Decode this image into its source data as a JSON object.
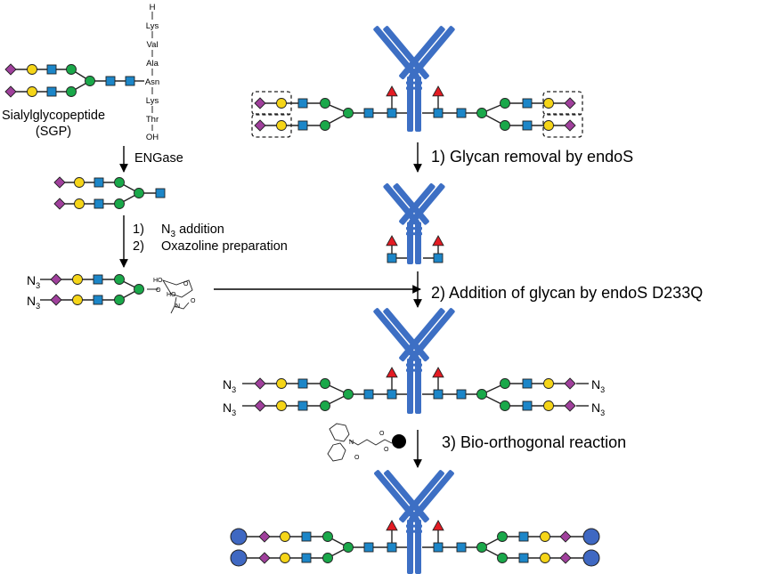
{
  "colors": {
    "antibody": "#3d6fc4",
    "sialic": "#a0409c",
    "galactose": "#f5d518",
    "glcnac": "#1c86c8",
    "mannose": "#1aa84a",
    "fucose": "#e31b23",
    "probe": "#3f68c2"
  },
  "sgp": {
    "peptide": [
      "H",
      "Lys",
      "Val",
      "Ala",
      "Asn",
      "Lys",
      "Thr",
      "OH"
    ],
    "name": "Sialylglycopeptide",
    "abbr": "(SGP)"
  },
  "left_steps": {
    "engase": "ENGase",
    "step1_num": "1)",
    "step1_pre": "N",
    "step1_sub": "3",
    "step1_post": " addition",
    "step2_num": "2)",
    "step2_text": "Oxazoline preparation"
  },
  "azide": {
    "base": "N",
    "sub": "3"
  },
  "oxazoline_labels": [
    "HO",
    "HO",
    "O",
    "O",
    "N",
    "O"
  ],
  "steps": {
    "s1": "1) Glycan removal by endoS",
    "s2": "2) Addition of glycan by endoS D233Q",
    "s3": "3) Bio-orthogonal reaction"
  },
  "reagent_labels": [
    "N",
    "O",
    "O",
    "O"
  ]
}
